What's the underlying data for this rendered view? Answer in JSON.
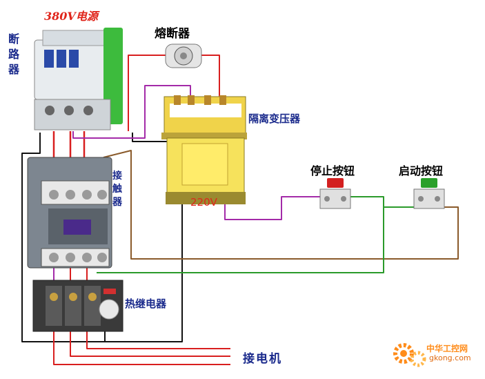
{
  "labels": {
    "power": "380V电源",
    "breaker": "断路器",
    "fuse": "熔断器",
    "transformer": "隔离变压器",
    "contactor": "接触器",
    "voltage": "220V",
    "stop_button": "停止按钮",
    "start_button": "启动按钮",
    "thermal_relay": "热继电器",
    "motor": "接电机"
  },
  "watermark": {
    "site_name": "中华工控网",
    "url": "gkong.com"
  },
  "colors": {
    "wire_red": "#d81e1e",
    "wire_black": "#111111",
    "wire_purple": "#a32aa8",
    "wire_brown": "#8a5a2a",
    "wire_green": "#2a9a2a",
    "label_blue": "#1a2a8c",
    "label_red": "#e0241a",
    "watermark_orange": "#ff8c1a"
  },
  "icons": [
    "breaker-icon",
    "fuse-icon",
    "transformer-icon",
    "contactor-icon",
    "stop-button-icon",
    "start-button-icon",
    "thermal-relay-icon",
    "gear-logo-icon"
  ]
}
